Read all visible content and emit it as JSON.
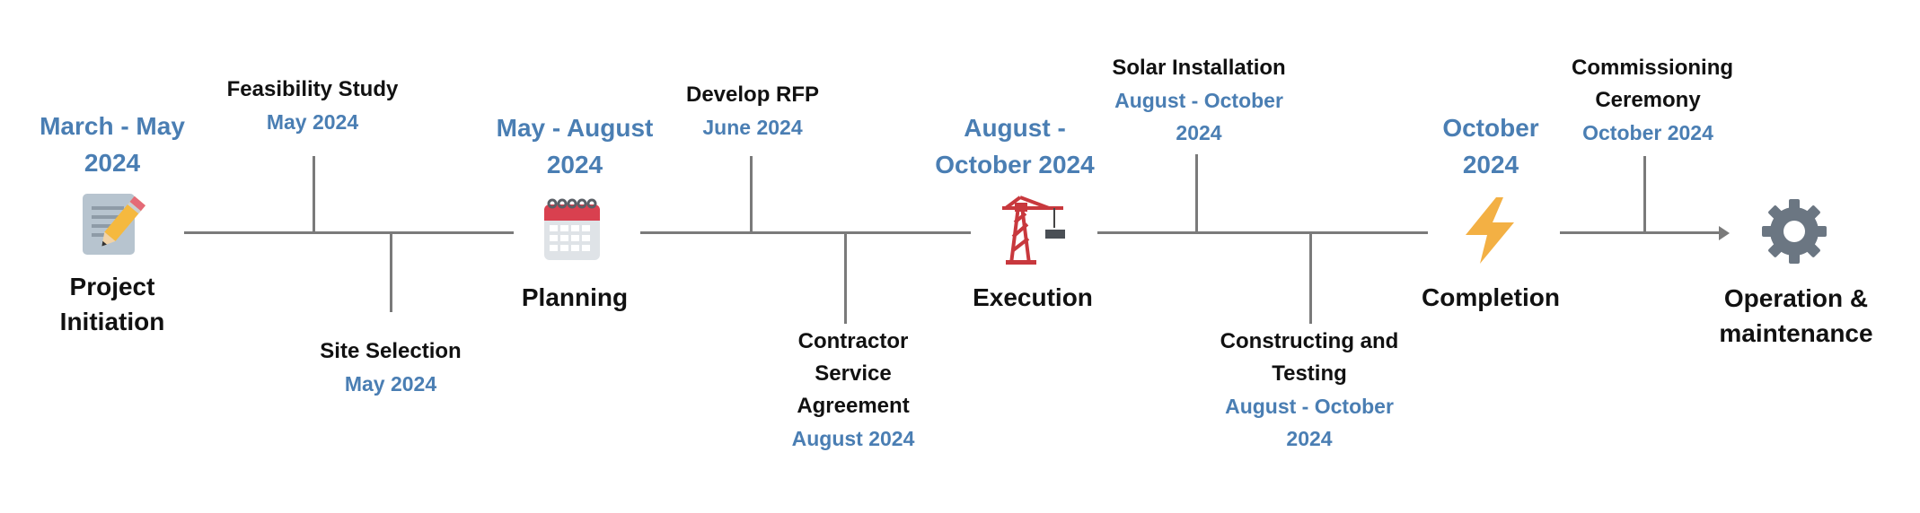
{
  "colors": {
    "accent": "#4a7eb3",
    "line": "#7a7a7a",
    "text": "#111111"
  },
  "phases": [
    {
      "date": "March - May 2024",
      "label": "Project Initiation",
      "icon": "pencil-note-icon"
    },
    {
      "date": "May - August 2024",
      "label": "Planning",
      "icon": "calendar-icon"
    },
    {
      "date": "August - October 2024",
      "label": "Execution",
      "icon": "crane-icon"
    },
    {
      "date": "October 2024",
      "label": "Completion",
      "icon": "lightning-icon"
    },
    {
      "label": "Operation & maintenance",
      "icon": "gear-icon"
    }
  ],
  "milestones": [
    {
      "title": "Feasibility Study",
      "date": "May 2024"
    },
    {
      "title": "Site Selection",
      "date": "May 2024"
    },
    {
      "title": "Develop RFP",
      "date": "June 2024"
    },
    {
      "title": "Contractor Service Agreement",
      "date": "August 2024"
    },
    {
      "title": "Solar Installation",
      "date": "August - October 2024"
    },
    {
      "title": "Constructing and Testing",
      "date": "August - October 2024"
    },
    {
      "title": "Commissioning Ceremony",
      "date": "October 2024"
    }
  ]
}
